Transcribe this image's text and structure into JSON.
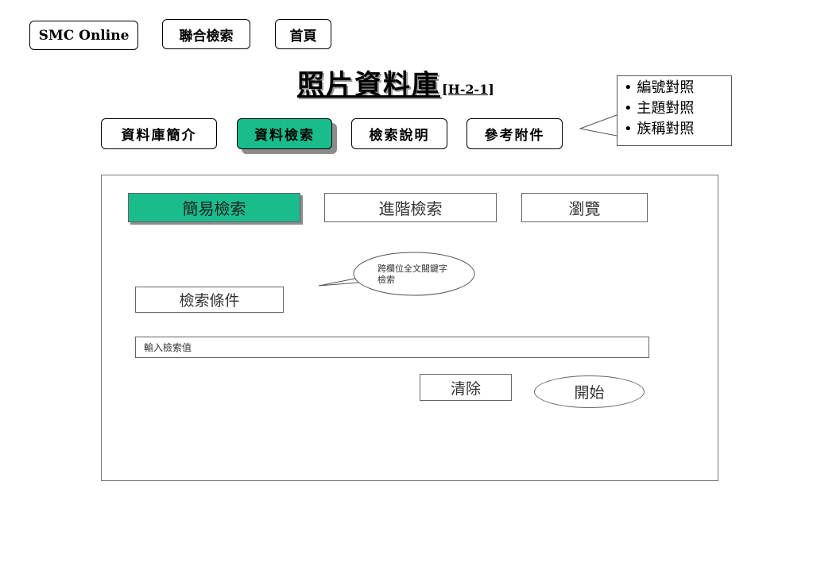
{
  "top_nav": {
    "smc_online": "SMC Online",
    "joint_search": "聯合檢索",
    "home": "首頁"
  },
  "title": {
    "main": "照片資料庫",
    "code": "[H-2-1]"
  },
  "nav": [
    {
      "label": "資料庫簡介"
    },
    {
      "label": "資料檢索"
    },
    {
      "label": "檢索說明"
    },
    {
      "label": "參考附件"
    }
  ],
  "note": {
    "items": [
      "編號對照",
      "主題對照",
      "族稱對照"
    ]
  },
  "search": {
    "tabs": [
      "簡易檢索",
      "進階檢索",
      "瀏覽"
    ],
    "criteria_label": "檢索條件",
    "tooltip": "跨欄位全文關鍵字檢索",
    "input_placeholder": "輸入檢索值",
    "clear_label": "清除",
    "start_label": "開始"
  },
  "colors": {
    "accent": "#1abc8c",
    "shadow": "#8c8c8c"
  }
}
